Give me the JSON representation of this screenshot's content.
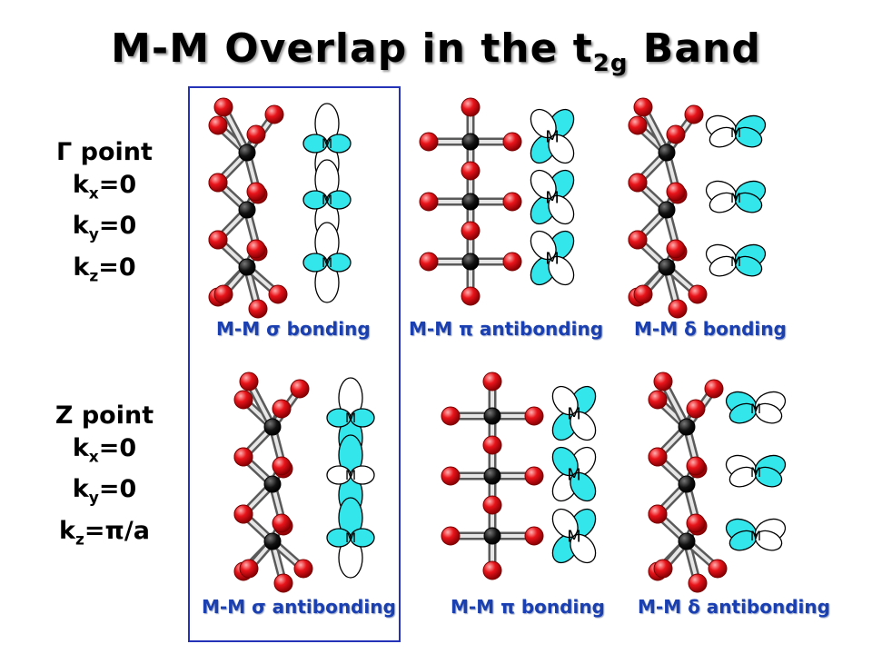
{
  "title": {
    "main": "M-M Overlap in the t",
    "sub": "2g",
    "end": " Band"
  },
  "kpoints": [
    {
      "symbol": "Γ",
      "label": " point",
      "kx": "0",
      "ky": "0",
      "kz": "0"
    },
    {
      "symbol": "Z",
      "label": " point",
      "kx": "0",
      "ky": "0",
      "kz": "π/a"
    }
  ],
  "k_letters": {
    "k": "k",
    "x": "x",
    "y": "y",
    "z": "z",
    "eq": "="
  },
  "captions": {
    "row1": [
      "M-M σ bonding",
      "M-M π antibonding",
      "M-M δ bonding"
    ],
    "row2": [
      "M-M σ antibonding",
      "M-M π bonding",
      "M-M δ antibonding"
    ]
  },
  "orbital_label": "M",
  "colors": {
    "oxygen": "#e8141a",
    "metal": "#111111",
    "lobe_fill": "#33e6ec",
    "lobe_empty": "#ffffff",
    "frame": "#2433b8",
    "caption": "#1a3fb0"
  }
}
